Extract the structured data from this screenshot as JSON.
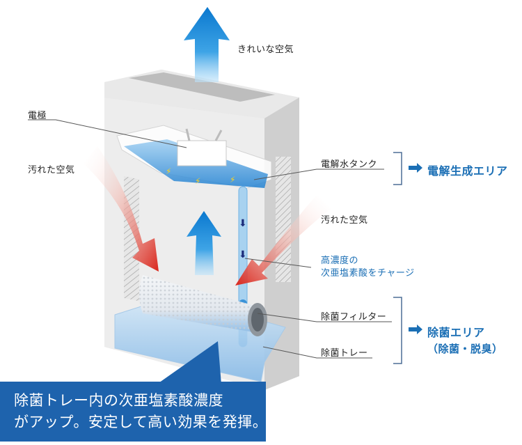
{
  "labels": {
    "clean_air": "きれいな空気",
    "electrode": "電極",
    "dirty_air_left": "汚れた空気",
    "tank": "電解水タンク",
    "dirty_air_right": "汚れた空気",
    "charge_line1": "高濃度の",
    "charge_line2": "次亜塩素酸をチャージ",
    "filter": "除菌フィルター",
    "tray": "除菌トレー"
  },
  "areas": {
    "electrolysis": {
      "label": "電解生成エリア"
    },
    "sterilization": {
      "label": "除菌エリア",
      "sub": "（除菌・脱臭）"
    }
  },
  "callout": {
    "line1": "除菌トレー内の次亜塩素酸濃度",
    "line2": "がアップ。安定して高い効果を発揮。"
  },
  "colors": {
    "accent_blue": "#1b6fb5",
    "callout_bg": "#1e63ad",
    "dirty_air_red": "#d9261c",
    "clean_air_blue": "#1a87d4"
  }
}
